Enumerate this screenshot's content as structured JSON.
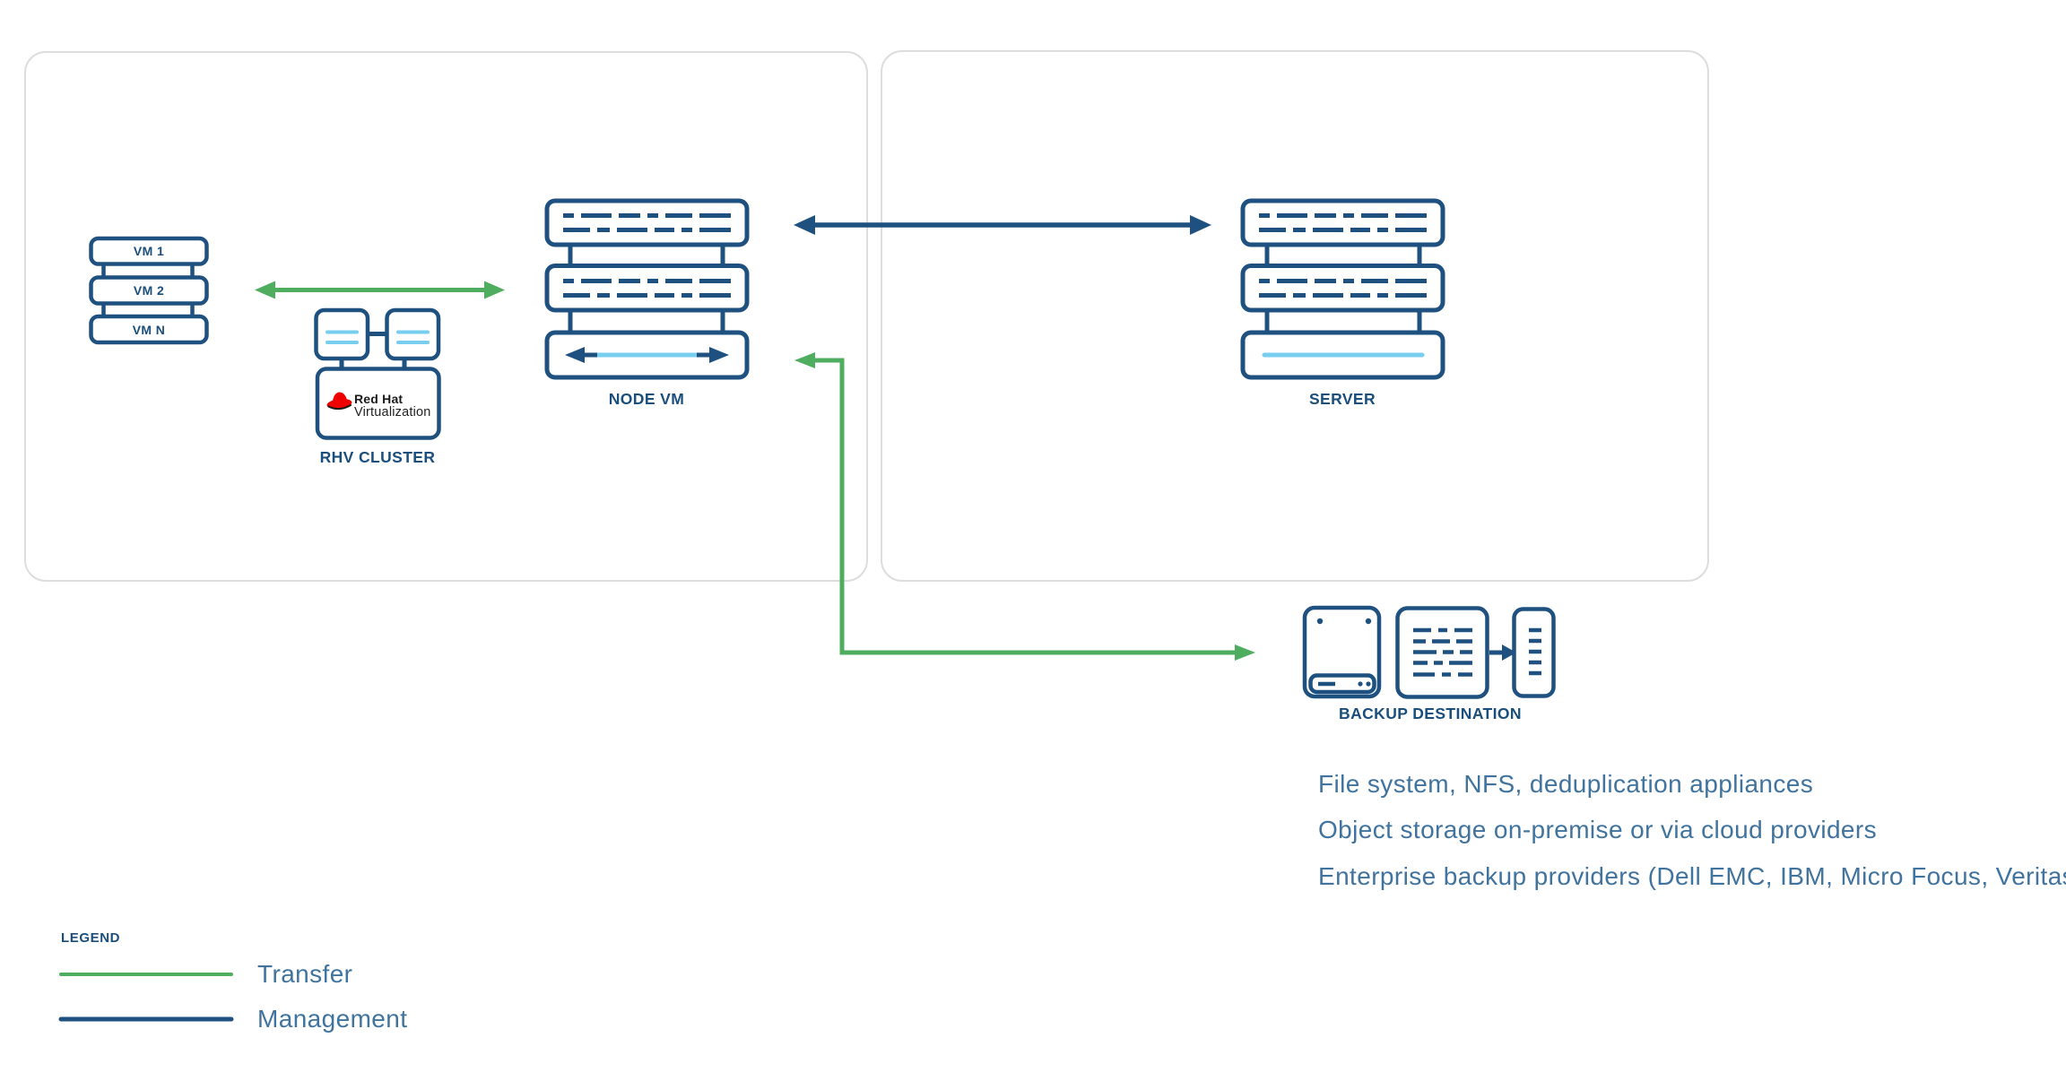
{
  "colors": {
    "navy": "#1E5180",
    "labelNavy": "#1A4E7C",
    "green": "#4FAD5F",
    "lightBlue": "#77CEEF",
    "steel": "#40739E",
    "panelBorder": "#DDDDDD",
    "redhatRed": "#EE0000",
    "redhatText": "#1A1A1A"
  },
  "left_panel": {
    "vm_stack": {
      "items": [
        {
          "label": "VM 1"
        },
        {
          "label": "VM 2"
        },
        {
          "label": "VM N"
        }
      ]
    },
    "rhv_cluster": {
      "label": "RHV CLUSTER",
      "logo_brand": "Red Hat",
      "logo_product": "Virtualization"
    },
    "node_vm": {
      "label": "NODE VM"
    }
  },
  "right_panel": {
    "server": {
      "label": "SERVER"
    }
  },
  "backup_destination": {
    "label": "BACKUP DESTINATION",
    "notes": [
      "File system, NFS, deduplication appliances",
      "Object storage on-premise or via cloud providers",
      "Enterprise backup providers (Dell EMC, IBM, Micro Focus, Veritas)"
    ]
  },
  "legend": {
    "title": "LEGEND",
    "items": [
      {
        "label": "Transfer",
        "color": "#4FAD5F"
      },
      {
        "label": "Management",
        "color": "#1E5180"
      }
    ]
  }
}
